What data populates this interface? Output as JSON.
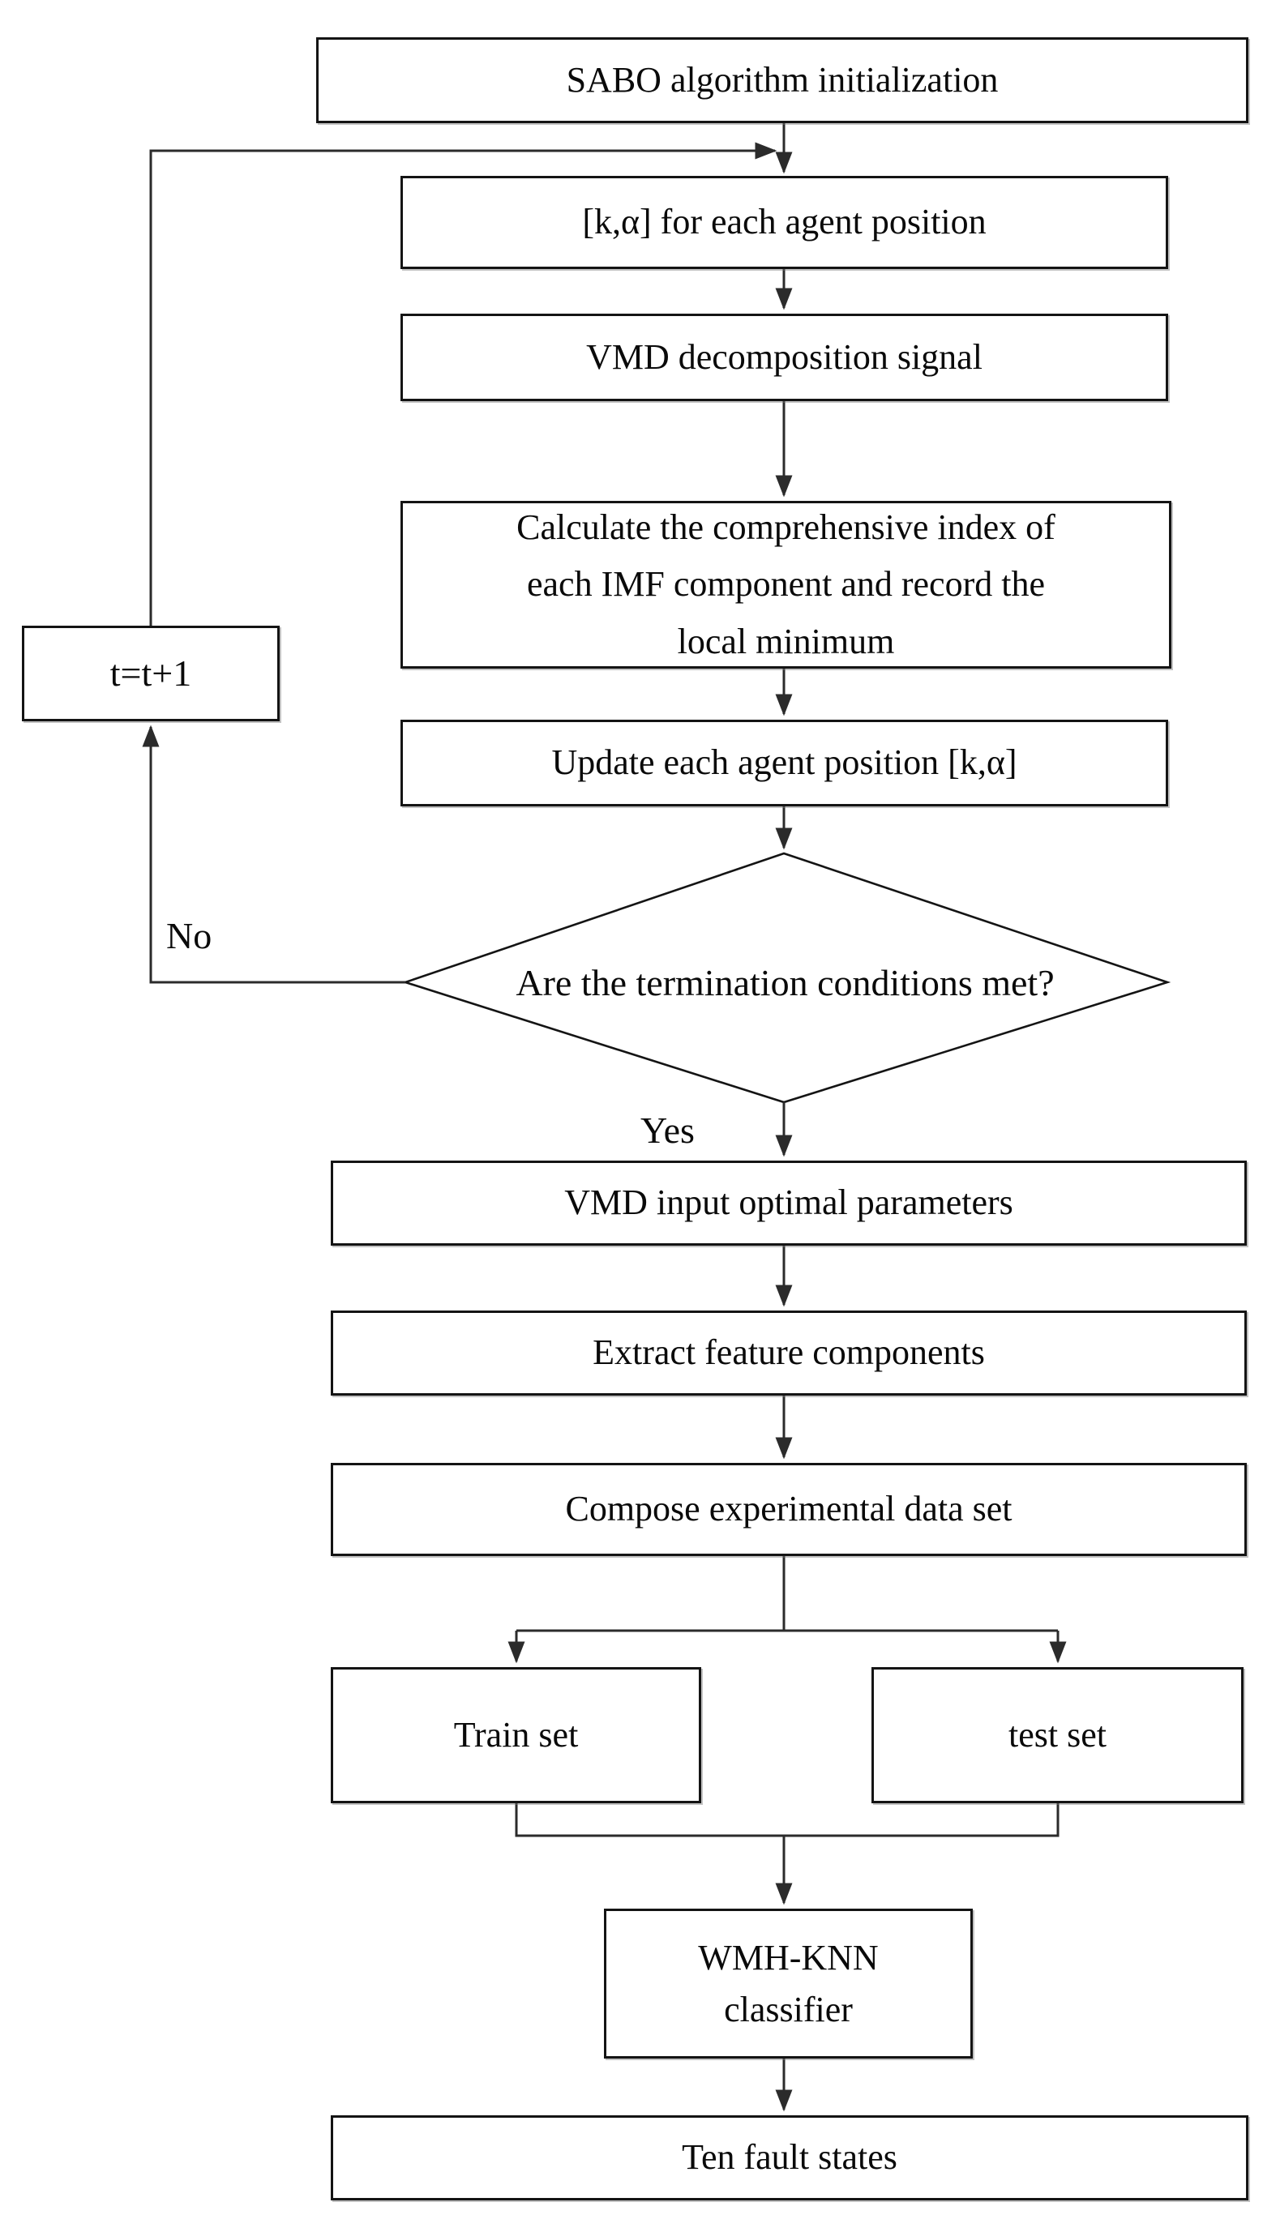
{
  "flowchart": {
    "nodes": {
      "sabo_init": {
        "label": "SABO algorithm initialization"
      },
      "agent_position": {
        "label": "[k,α] for each agent position"
      },
      "vmd_decomposition": {
        "label": "VMD decomposition signal"
      },
      "calculate_index": {
        "label": "Calculate the comprehensive index of\neach IMF component and record the\nlocal minimum"
      },
      "update_position": {
        "label": "Update each agent position [k,α]"
      },
      "termination_decision": {
        "label": "Are the termination conditions met?"
      },
      "iteration_increment": {
        "label": "t=t+1"
      },
      "vmd_input": {
        "label": "VMD input optimal parameters"
      },
      "extract_features": {
        "label": "Extract feature components"
      },
      "compose_dataset": {
        "label": "Compose experimental data set"
      },
      "train_set": {
        "label": "Train set"
      },
      "test_set": {
        "label": "test set"
      },
      "classifier": {
        "label": "WMH-KNN\nclassifier"
      },
      "fault_states": {
        "label": "Ten fault states"
      }
    },
    "edge_labels": {
      "no": "No",
      "yes": "Yes"
    },
    "colors": {
      "line": "#2b2b2b",
      "box_border": "#141414",
      "text": "#0a0a0a",
      "background": "#ffffff"
    }
  }
}
